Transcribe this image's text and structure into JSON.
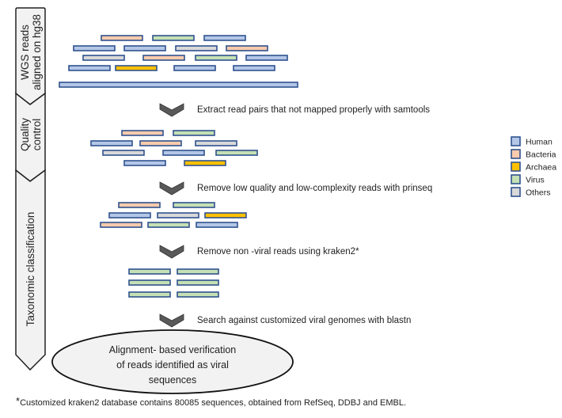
{
  "colors": {
    "Human": "#b4c7e7",
    "Bacteria": "#f8cbad",
    "Archaea": "#ffc000",
    "Virus": "#c5e0b4",
    "Others": "#d9d9d9",
    "read_border": "#2f528f",
    "chevron": "#595959",
    "stage_fill": "#f2f2f2",
    "ellipse_fill": "#f2f2f2"
  },
  "stages": [
    {
      "label_lines": [
        "WGS reads",
        "aligned on hg38"
      ]
    },
    {
      "label_lines": [
        "Quality",
        "control"
      ]
    },
    {
      "label_lines": [
        "Taxonomic classification"
      ]
    }
  ],
  "steps": [
    {
      "text": "Extract read pairs that not mapped properly with samtools"
    },
    {
      "text": "Remove low quality and low-complexity reads with prinseq"
    },
    {
      "text": "Remove non -viral reads using kraken2*"
    },
    {
      "text": "Search against customized viral genomes with blastn"
    }
  ],
  "read_groups": [
    {
      "name": "wgs-reads",
      "rows": [
        [
          "Bacteria",
          "Virus",
          "Human"
        ],
        [
          "Human",
          "Human",
          "Others",
          "Bacteria"
        ],
        [
          "Others",
          "Bacteria",
          "Virus",
          "Human"
        ],
        [
          "Human",
          "Archaea",
          "Human",
          "Human"
        ],
        [
          "Human-long"
        ]
      ]
    },
    {
      "name": "qc-reads",
      "rows": [
        [
          "Bacteria",
          "Virus"
        ],
        [
          "Human",
          "Bacteria",
          "Others"
        ],
        [
          "Others",
          "Human",
          "Virus"
        ],
        [
          "Human",
          "Archaea"
        ]
      ]
    },
    {
      "name": "filtered-reads",
      "rows": [
        [
          "Bacteria",
          "Virus"
        ],
        [
          "Human",
          "Others",
          "Archaea"
        ],
        [
          "Bacteria",
          "Virus",
          "Human"
        ]
      ]
    },
    {
      "name": "viral-reads",
      "rows": [
        [
          "Virus",
          "Virus"
        ],
        [
          "Virus",
          "Virus"
        ],
        [
          "Virus",
          "Virus"
        ]
      ]
    }
  ],
  "final_result": {
    "lines": [
      "Alignment- based verification",
      "of reads identified as viral",
      "sequences"
    ]
  },
  "legend": [
    {
      "label": "Human",
      "category": "Human"
    },
    {
      "label": "Bacteria",
      "category": "Bacteria"
    },
    {
      "label": "Archaea",
      "category": "Archaea"
    },
    {
      "label": "Virus",
      "category": "Virus"
    },
    {
      "label": "Others",
      "category": "Others"
    }
  ],
  "footnote": {
    "marker": "*",
    "text": "Customized kraken2 database contains 80085 sequences, obtained from RefSeq, DDBJ and EMBL."
  }
}
